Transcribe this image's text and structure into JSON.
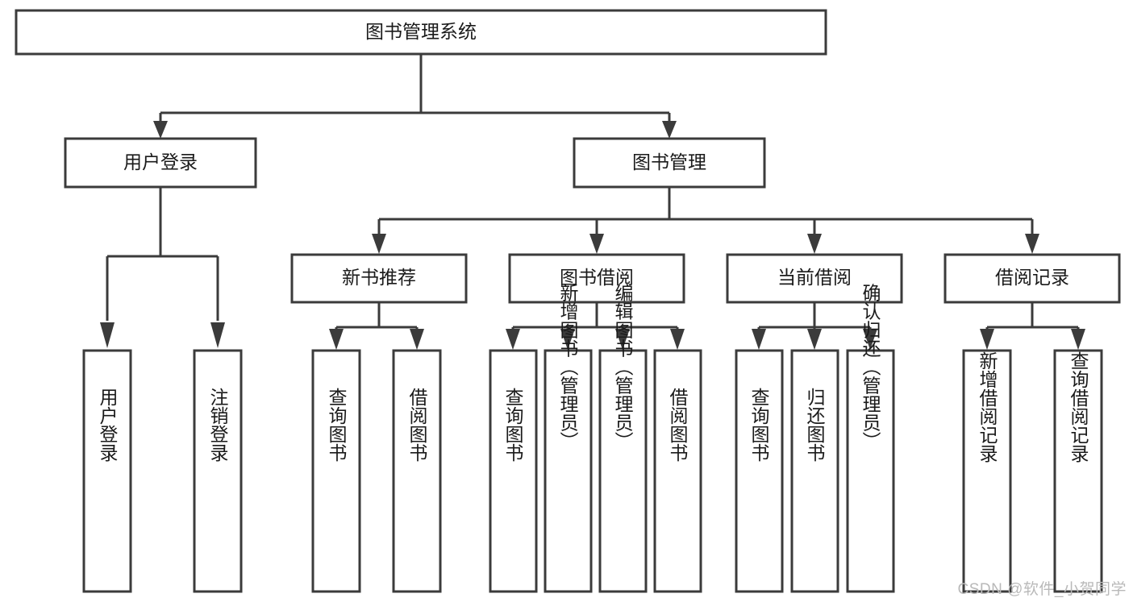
{
  "diagram": {
    "type": "tree-hierarchy",
    "title": "图书管理系统",
    "root": {
      "id": "root",
      "label": "图书管理系统"
    },
    "level2": [
      {
        "id": "user-login",
        "label": "用户登录"
      },
      {
        "id": "book-manage",
        "label": "图书管理"
      }
    ],
    "level3": [
      {
        "id": "new-book-recommend",
        "label": "新书推荐",
        "parent": "book-manage"
      },
      {
        "id": "book-borrow",
        "label": "图书借阅",
        "parent": "book-manage"
      },
      {
        "id": "current-borrow",
        "label": "当前借阅",
        "parent": "book-manage"
      },
      {
        "id": "borrow-record",
        "label": "借阅记录",
        "parent": "book-manage"
      }
    ],
    "leaves": [
      {
        "id": "leaf-user-login",
        "label": "用户登录",
        "parent": "user-login"
      },
      {
        "id": "leaf-logout-login",
        "label": "注销登录",
        "parent": "user-login"
      },
      {
        "id": "leaf-query-book-1",
        "label": "查询图书",
        "parent": "new-book-recommend"
      },
      {
        "id": "leaf-borrow-book-1",
        "label": "借阅图书",
        "parent": "new-book-recommend"
      },
      {
        "id": "leaf-query-book-2",
        "label": "查询图书",
        "parent": "book-borrow"
      },
      {
        "id": "leaf-add-book",
        "label": "新增图书（管理员）",
        "parent": "book-borrow"
      },
      {
        "id": "leaf-edit-book",
        "label": "编辑图书（管理员）",
        "parent": "book-borrow"
      },
      {
        "id": "leaf-borrow-book-2",
        "label": "借阅图书",
        "parent": "book-borrow"
      },
      {
        "id": "leaf-query-book-3",
        "label": "查询图书",
        "parent": "current-borrow"
      },
      {
        "id": "leaf-return-book",
        "label": "归还图书",
        "parent": "current-borrow"
      },
      {
        "id": "leaf-confirm-return",
        "label": "确认归还（管理员）",
        "parent": "current-borrow"
      },
      {
        "id": "leaf-add-record",
        "label": "新增借阅记录",
        "parent": "borrow-record"
      },
      {
        "id": "leaf-query-record",
        "label": "查询借阅记录",
        "parent": "borrow-record"
      }
    ]
  },
  "watermark": {
    "text": "CSDN @软件_小贺同学"
  },
  "colors": {
    "stroke": "#3b3b3b",
    "box_fill": "#ffffff",
    "text": "#1a1a1a",
    "watermark": "#b9b9b9",
    "background": "#ffffff"
  }
}
